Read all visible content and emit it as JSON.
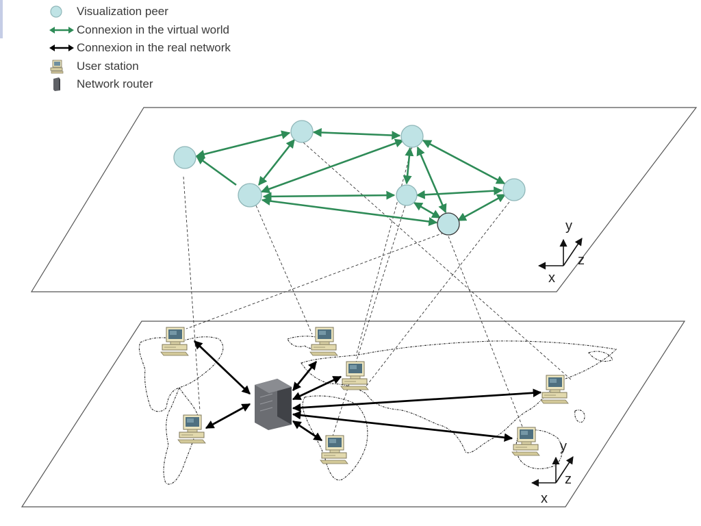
{
  "legend": {
    "items": [
      {
        "label": "Visualization peer",
        "icon": "peer-circle-icon",
        "color": "#bfe3e5"
      },
      {
        "label": "Connexion in the virtual world",
        "icon": "green-double-arrow-icon",
        "color": "#2e8b57"
      },
      {
        "label": "Connexion in the real network",
        "icon": "black-double-arrow-icon",
        "color": "#000000"
      },
      {
        "label": "User station",
        "icon": "computer-icon"
      },
      {
        "label": "Network router",
        "icon": "router-icon"
      }
    ]
  },
  "virtual_plane": {
    "axes": {
      "y": "y",
      "z": "z",
      "x": "x"
    }
  },
  "real_plane": {
    "axes": {
      "y": "y",
      "z": "z",
      "x": "x"
    }
  },
  "colors": {
    "peer_fill": "#bfe3e5",
    "peer_stroke": "#8fb6b8",
    "virtual_link": "#2e8b57",
    "real_link": "#000000",
    "plane_stroke": "#555555"
  }
}
